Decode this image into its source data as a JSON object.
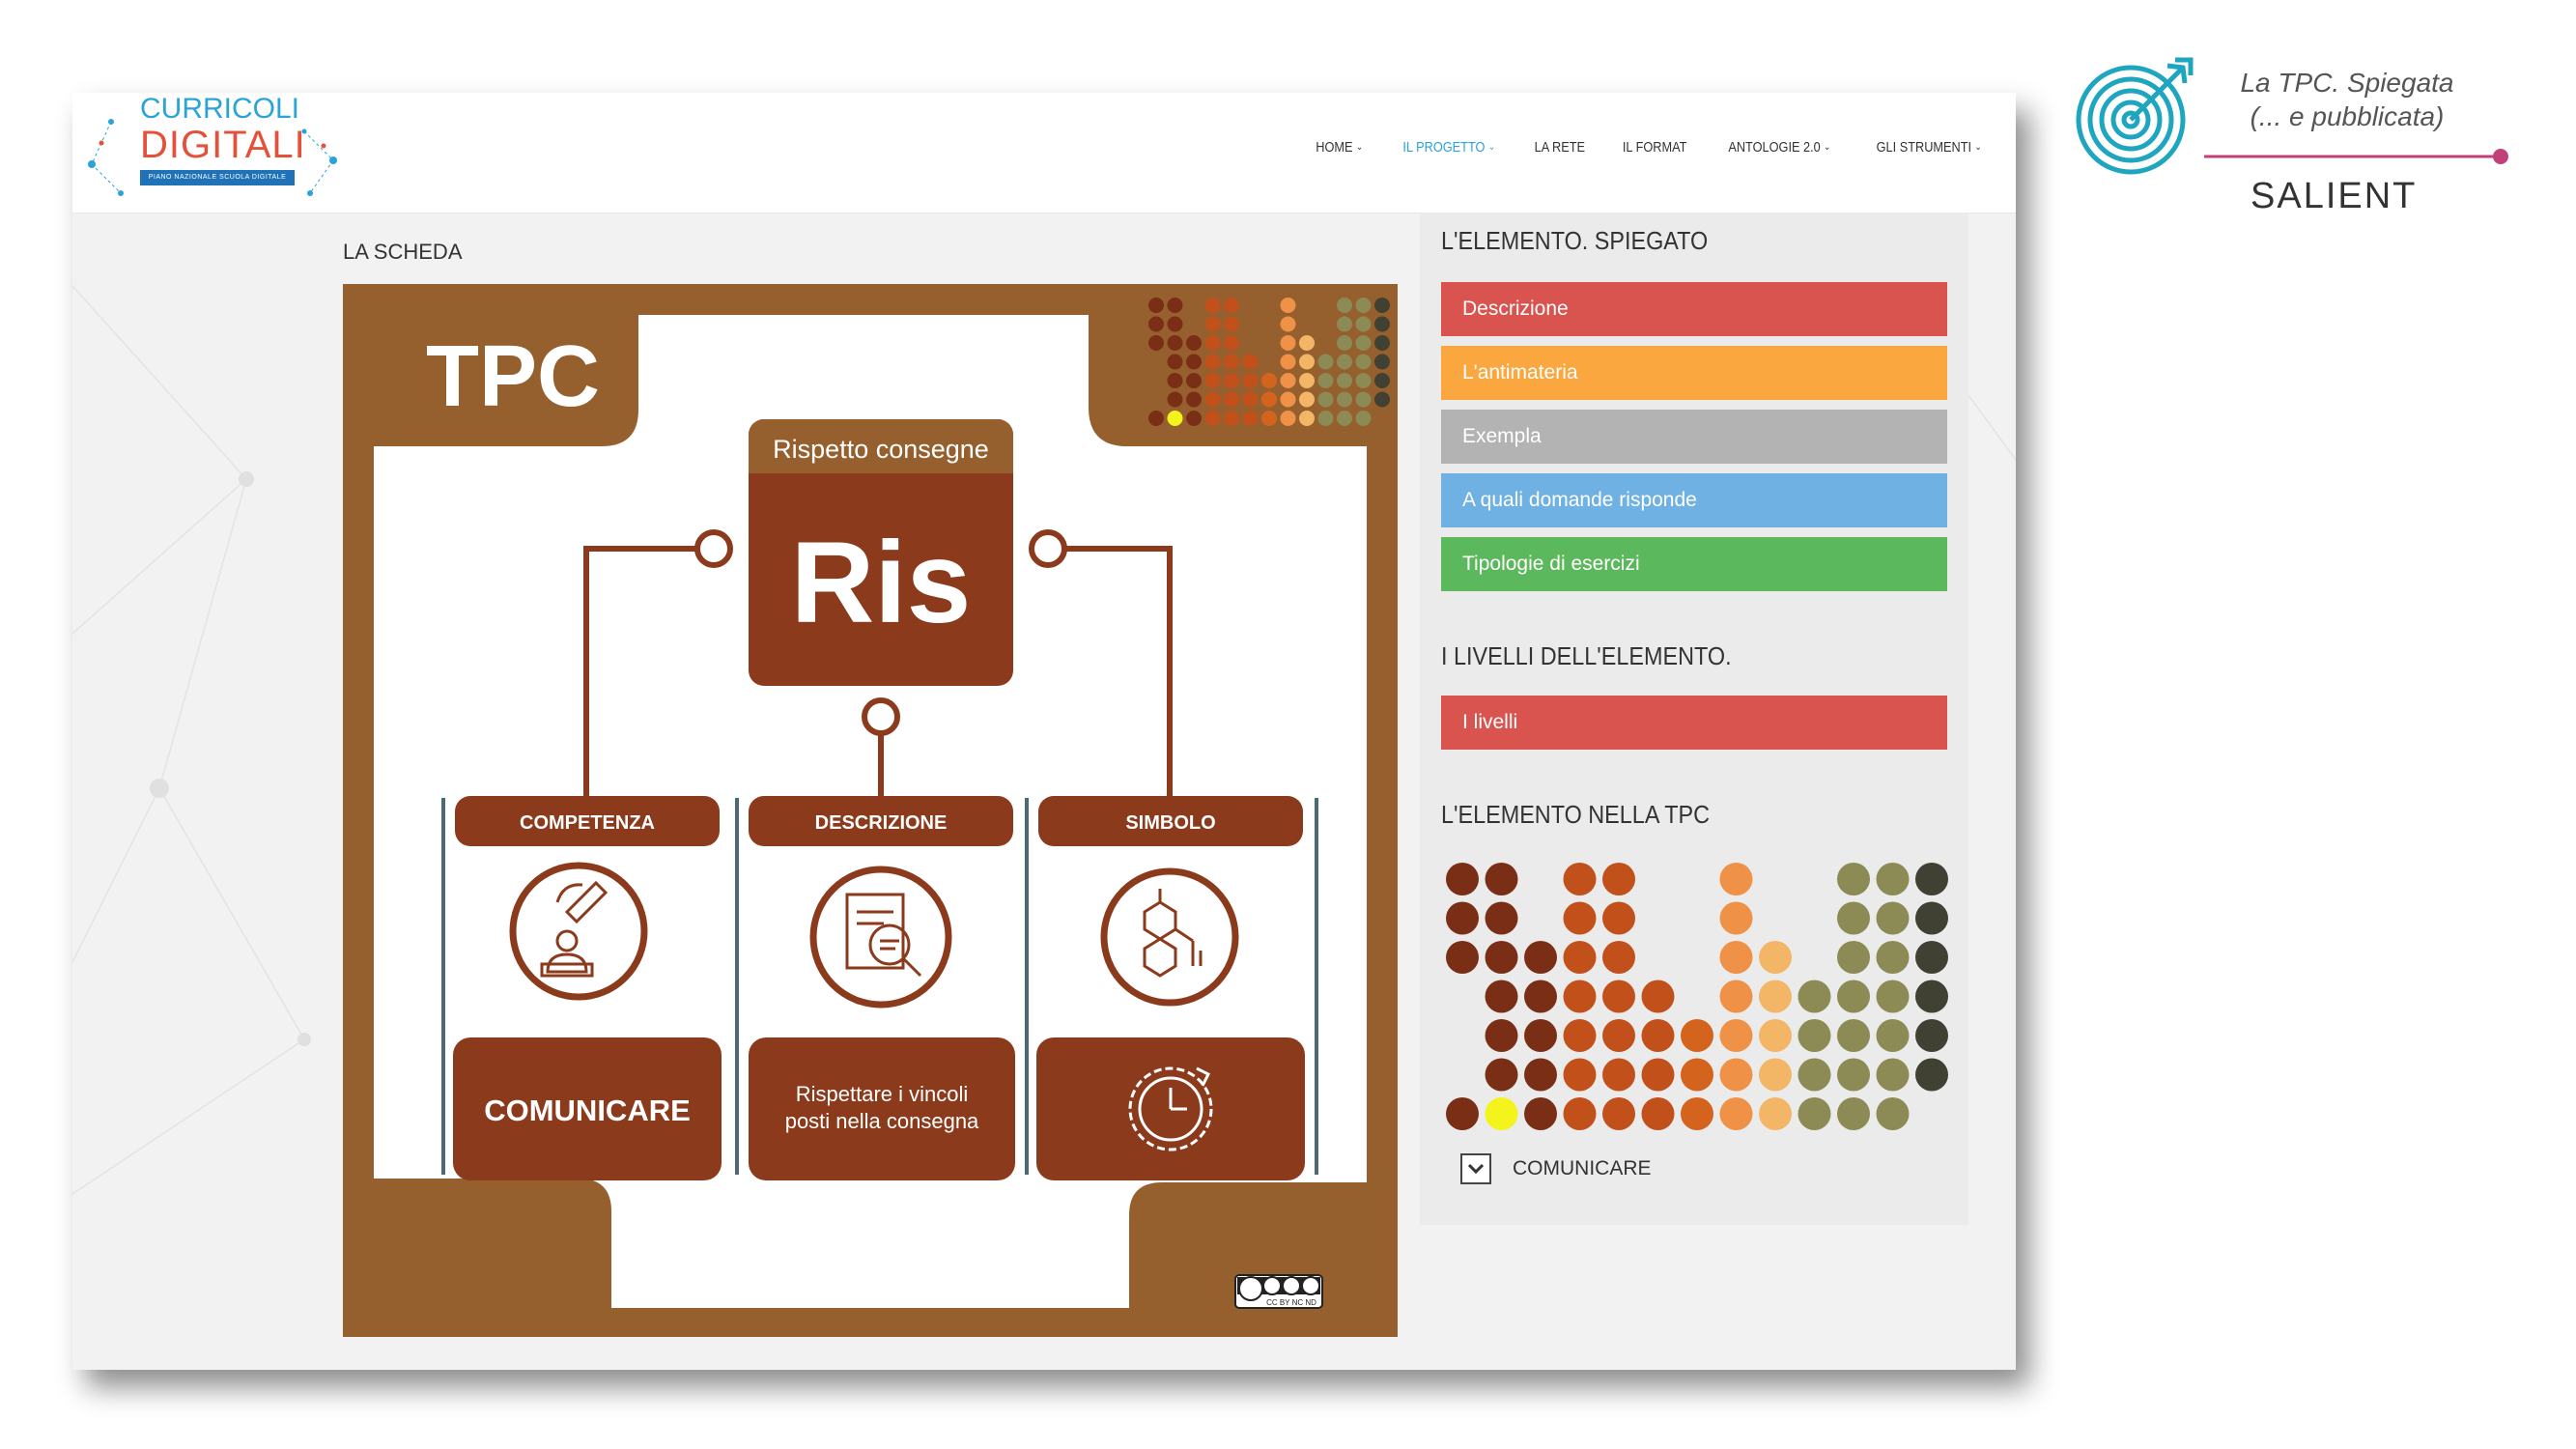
{
  "slide": {
    "title_line1": "La TPC. Spiegata",
    "title_line2": "(... e pubblicata)",
    "brand": "SALIENT",
    "accent_color": "#c2407a",
    "target_color": "#1ea5bf"
  },
  "header": {
    "logo_top": "CURRICOLI",
    "logo_main": "DIGITALI",
    "logo_strip": "PIANO NAZIONALE SCUOLA DIGITALE",
    "nav": [
      {
        "label": "HOME",
        "caret": true,
        "active": false
      },
      {
        "label": "IL PROGETTO",
        "caret": true,
        "active": true
      },
      {
        "label": "LA RETE",
        "caret": false,
        "active": false
      },
      {
        "label": "IL FORMAT",
        "caret": false,
        "active": false
      },
      {
        "label": "ANTOLOGIE 2.0",
        "caret": true,
        "active": false
      },
      {
        "label": "GLI STRUMENTI",
        "caret": true,
        "active": false
      }
    ]
  },
  "main": {
    "section_label": "LA SCHEDA",
    "card": {
      "tpc_label": "TPC",
      "element_header": "Rispetto consegne",
      "element_code": "Ris",
      "columns": [
        {
          "header": "COMPETENZA",
          "footer": "COMUNICARE",
          "icon": "writing-person-icon"
        },
        {
          "header": "DESCRIZIONE",
          "footer": "Rispettare i vincoli posti nella consegna",
          "footer_l1": "Rispettare i vincoli",
          "footer_l2": "posti nella consegna",
          "icon": "document-magnifier-icon"
        },
        {
          "header": "SIMBOLO",
          "footer": "",
          "icon": "molecule-icon",
          "footer_icon": "clock-refresh-icon"
        }
      ],
      "license": "CC BY NC ND",
      "colors": {
        "brown": "#8b3a1c",
        "frame": "#96602e",
        "white": "#ffffff"
      }
    }
  },
  "sidebar": {
    "heading_explained": "L'ELEMENTO. SPIEGATO",
    "explained_buttons": [
      {
        "label": "Descrizione",
        "color": "#d9534f"
      },
      {
        "label": "L'antimateria",
        "color": "#f9a73e"
      },
      {
        "label": "Exempla",
        "color": "#b3b3b3"
      },
      {
        "label": "A quali domande risponde",
        "color": "#6fb1e3"
      },
      {
        "label": "Tipologie di esercizi",
        "color": "#5cb85c"
      }
    ],
    "heading_levels": "I LIVELLI DELL'ELEMENTO.",
    "levels_button": {
      "label": "I livelli",
      "color": "#d9534f"
    },
    "heading_in_tpc": "L'ELEMENTO NELLA TPC",
    "tpc_grid": {
      "columns": [
        {
          "color": "#7a2e15",
          "top_row": 0
        },
        {
          "color": "#7a2e15",
          "top_row": 0
        },
        {
          "color": "#7a2e15",
          "top_row": 2
        },
        {
          "color": "#c1501b",
          "top_row": 0
        },
        {
          "color": "#c1501b",
          "top_row": 0
        },
        {
          "color": "#c1501b",
          "top_row": 3
        },
        {
          "color": "#d4631e",
          "top_row": 4
        },
        {
          "color": "#ef9146",
          "top_row": 0
        },
        {
          "color": "#f3b666",
          "top_row": 2
        },
        {
          "color": "#8c8a55",
          "top_row": 3
        },
        {
          "color": "#8c8a55",
          "top_row": 0
        },
        {
          "color": "#8c8a55",
          "top_row": 0
        },
        {
          "color": "#404033",
          "top_row": 0
        }
      ],
      "rows": 7,
      "highlight": {
        "column": 1,
        "row": 6,
        "color": "#f4f41c"
      },
      "missing": [
        {
          "column": 0,
          "row": 3
        },
        {
          "column": 0,
          "row": 4
        },
        {
          "column": 0,
          "row": 5
        },
        {
          "column": 12,
          "row": 6
        }
      ]
    },
    "select": {
      "label": "COMUNICARE"
    }
  }
}
